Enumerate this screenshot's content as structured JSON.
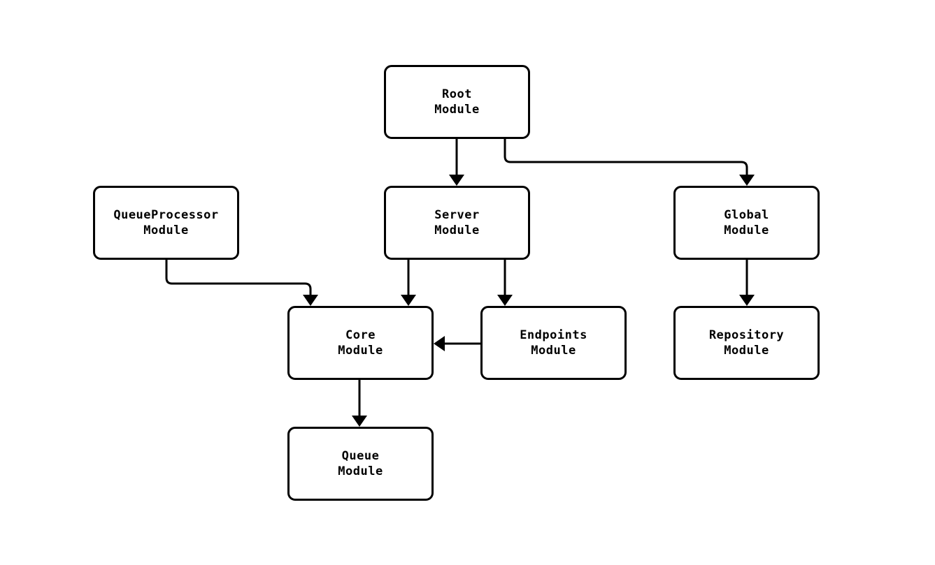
{
  "diagram": {
    "type": "module-dependency-flowchart",
    "line_color": "#000000",
    "node_fill": "#ffffff",
    "nodes": {
      "root": {
        "label": "Root\nModule"
      },
      "queueprocessor": {
        "label": "QueueProcessor\nModule"
      },
      "server": {
        "label": "Server\nModule"
      },
      "global": {
        "label": "Global\nModule"
      },
      "core": {
        "label": "Core\nModule"
      },
      "endpoints": {
        "label": "Endpoints\nModule"
      },
      "repository": {
        "label": "Repository\nModule"
      },
      "queue": {
        "label": "Queue\nModule"
      }
    },
    "edges": [
      {
        "from": "root",
        "to": "server"
      },
      {
        "from": "root",
        "to": "global"
      },
      {
        "from": "queueprocessor",
        "to": "core"
      },
      {
        "from": "server",
        "to": "core"
      },
      {
        "from": "server",
        "to": "endpoints"
      },
      {
        "from": "endpoints",
        "to": "core"
      },
      {
        "from": "global",
        "to": "repository"
      },
      {
        "from": "core",
        "to": "queue"
      }
    ]
  }
}
